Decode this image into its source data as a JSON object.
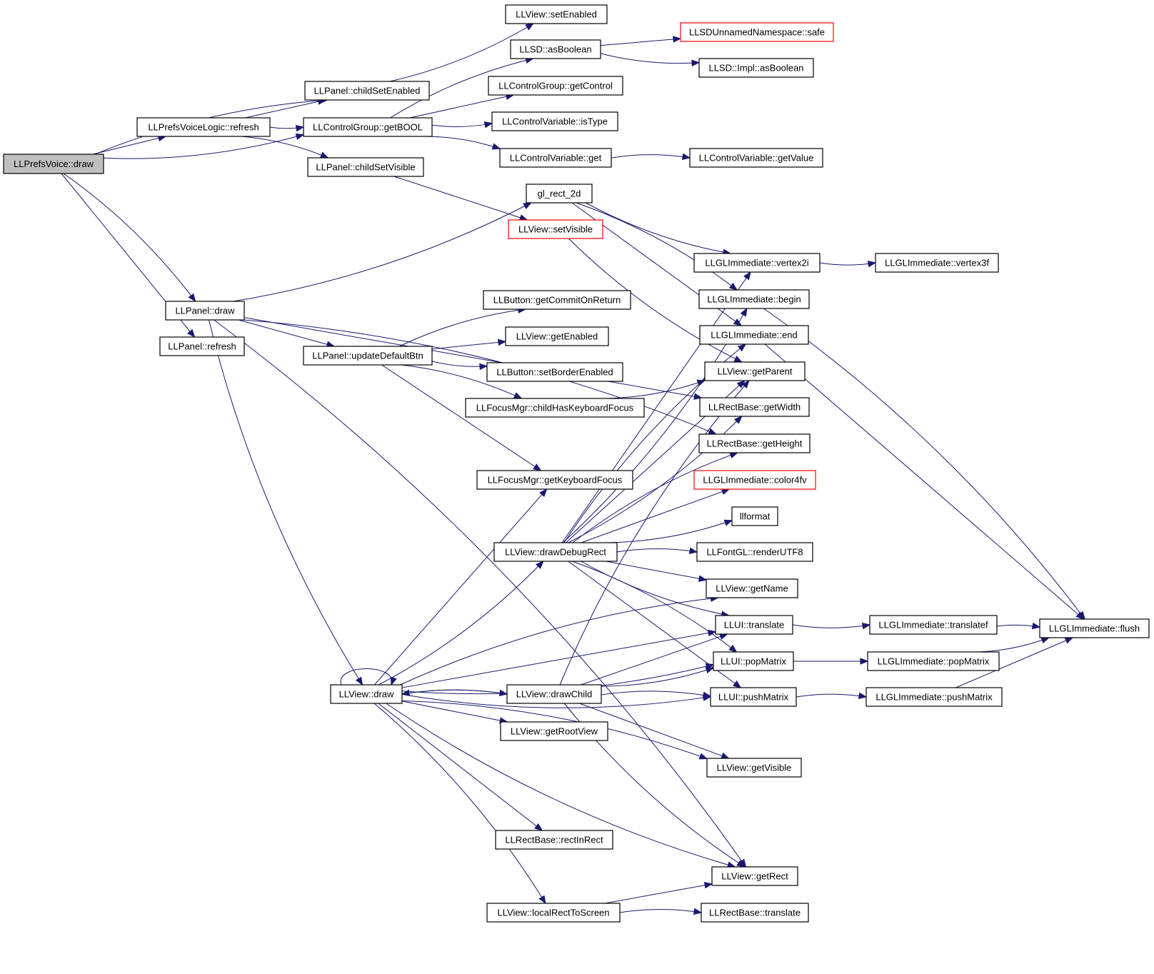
{
  "colors": {
    "edge": "#191970",
    "node_border": "#000000",
    "node_border_incomplete": "#ff0000",
    "root_fill": "#bfbfbf",
    "background": "#ffffff"
  },
  "nodes": [
    {
      "id": "n0",
      "label": "LLPrefsVoice::draw",
      "style": "root"
    },
    {
      "id": "n1",
      "label": "LLPanel::childSetEnabled"
    },
    {
      "id": "n2",
      "label": "LLView::setEnabled"
    },
    {
      "id": "n3",
      "label": "LLControlGroup::getBOOL"
    },
    {
      "id": "n4",
      "label": "LLSD::asBoolean"
    },
    {
      "id": "n5",
      "label": "LLSDUnnamedNamespace::safe",
      "style": "red"
    },
    {
      "id": "n6",
      "label": "LLSD::Impl::asBoolean"
    },
    {
      "id": "n7",
      "label": "LLControlGroup::getControl"
    },
    {
      "id": "n8",
      "label": "LLControlVariable::isType"
    },
    {
      "id": "n9",
      "label": "LLControlVariable::get"
    },
    {
      "id": "n10",
      "label": "LLControlVariable::getValue"
    },
    {
      "id": "n11",
      "label": "LLPrefsVoiceLogic::refresh"
    },
    {
      "id": "n12",
      "label": "LLPanel::childSetVisible"
    },
    {
      "id": "n13",
      "label": "LLView::setVisible",
      "style": "red"
    },
    {
      "id": "n14",
      "label": "LLPanel::draw"
    },
    {
      "id": "n15",
      "label": "gl_rect_2d"
    },
    {
      "id": "n16",
      "label": "LLGLImmediate::vertex2i"
    },
    {
      "id": "n17",
      "label": "LLGLImmediate::vertex3f"
    },
    {
      "id": "n18",
      "label": "LLGLImmediate::begin"
    },
    {
      "id": "n19",
      "label": "LLGLImmediate::flush"
    },
    {
      "id": "n20",
      "label": "LLGLImmediate::end"
    },
    {
      "id": "n21",
      "label": "LLView::getParent"
    },
    {
      "id": "n22",
      "label": "LLRectBase::getWidth"
    },
    {
      "id": "n23",
      "label": "LLRectBase::getHeight"
    },
    {
      "id": "n24",
      "label": "LLPanel::updateDefaultBtn"
    },
    {
      "id": "n25",
      "label": "LLButton::getCommitOnReturn"
    },
    {
      "id": "n26",
      "label": "LLView::getEnabled"
    },
    {
      "id": "n27",
      "label": "LLButton::setBorderEnabled"
    },
    {
      "id": "n28",
      "label": "LLFocusMgr::childHasKeyboardFocus"
    },
    {
      "id": "n29",
      "label": "LLFocusMgr::getKeyboardFocus"
    },
    {
      "id": "n30",
      "label": "LLView::draw"
    },
    {
      "id": "n31",
      "label": "LLView::drawDebugRect"
    },
    {
      "id": "n32",
      "label": "LLGLImmediate::color4fv",
      "style": "red"
    },
    {
      "id": "n33",
      "label": "llformat"
    },
    {
      "id": "n34",
      "label": "LLFontGL::renderUTF8"
    },
    {
      "id": "n35",
      "label": "LLView::getName"
    },
    {
      "id": "n36",
      "label": "LLUI::translate"
    },
    {
      "id": "n37",
      "label": "LLGLImmediate::translatef"
    },
    {
      "id": "n38",
      "label": "LLUI::popMatrix"
    },
    {
      "id": "n39",
      "label": "LLGLImmediate::popMatrix"
    },
    {
      "id": "n40",
      "label": "LLUI::pushMatrix"
    },
    {
      "id": "n41",
      "label": "LLGLImmediate::pushMatrix"
    },
    {
      "id": "n42",
      "label": "LLView::drawChild"
    },
    {
      "id": "n43",
      "label": "LLView::getRootView"
    },
    {
      "id": "n44",
      "label": "LLView::getVisible"
    },
    {
      "id": "n45",
      "label": "LLRectBase::rectInRect"
    },
    {
      "id": "n46",
      "label": "LLView::getRect"
    },
    {
      "id": "n47",
      "label": "LLView::localRectToScreen"
    },
    {
      "id": "n48",
      "label": "LLRectBase::translate"
    },
    {
      "id": "n49",
      "label": "LLPanel::refresh"
    }
  ],
  "edges": [
    [
      "n0",
      "n1"
    ],
    [
      "n0",
      "n11"
    ],
    [
      "n0",
      "n3"
    ],
    [
      "n0",
      "n14"
    ],
    [
      "n0",
      "n49"
    ],
    [
      "n1",
      "n2"
    ],
    [
      "n3",
      "n4"
    ],
    [
      "n3",
      "n7"
    ],
    [
      "n3",
      "n8"
    ],
    [
      "n3",
      "n9"
    ],
    [
      "n4",
      "n5"
    ],
    [
      "n4",
      "n6"
    ],
    [
      "n9",
      "n10"
    ],
    [
      "n11",
      "n1"
    ],
    [
      "n11",
      "n3"
    ],
    [
      "n11",
      "n12"
    ],
    [
      "n12",
      "n13"
    ],
    [
      "n14",
      "n15"
    ],
    [
      "n14",
      "n23"
    ],
    [
      "n14",
      "n24"
    ],
    [
      "n14",
      "n30"
    ],
    [
      "n14",
      "n46"
    ],
    [
      "n14",
      "n22"
    ],
    [
      "n15",
      "n16"
    ],
    [
      "n15",
      "n18"
    ],
    [
      "n15",
      "n20"
    ],
    [
      "n16",
      "n17"
    ],
    [
      "n18",
      "n19"
    ],
    [
      "n20",
      "n19"
    ],
    [
      "n13",
      "n21"
    ],
    [
      "n24",
      "n25"
    ],
    [
      "n24",
      "n26"
    ],
    [
      "n24",
      "n27"
    ],
    [
      "n24",
      "n28"
    ],
    [
      "n24",
      "n29"
    ],
    [
      "n28",
      "n21"
    ],
    [
      "n30",
      "n30"
    ],
    [
      "n30",
      "n29"
    ],
    [
      "n30",
      "n31"
    ],
    [
      "n30",
      "n35"
    ],
    [
      "n30",
      "n36"
    ],
    [
      "n30",
      "n38"
    ],
    [
      "n30",
      "n42"
    ],
    [
      "n30",
      "n43"
    ],
    [
      "n30",
      "n40"
    ],
    [
      "n30",
      "n44"
    ],
    [
      "n30",
      "n45"
    ],
    [
      "n30",
      "n46"
    ],
    [
      "n30",
      "n47"
    ],
    [
      "n31",
      "n16"
    ],
    [
      "n31",
      "n18"
    ],
    [
      "n31",
      "n20"
    ],
    [
      "n31",
      "n21"
    ],
    [
      "n31",
      "n22"
    ],
    [
      "n31",
      "n23"
    ],
    [
      "n31",
      "n32"
    ],
    [
      "n31",
      "n33"
    ],
    [
      "n31",
      "n34"
    ],
    [
      "n31",
      "n35"
    ],
    [
      "n31",
      "n36"
    ],
    [
      "n31",
      "n38"
    ],
    [
      "n31",
      "n40"
    ],
    [
      "n36",
      "n37"
    ],
    [
      "n37",
      "n19"
    ],
    [
      "n38",
      "n39"
    ],
    [
      "n39",
      "n19"
    ],
    [
      "n40",
      "n41"
    ],
    [
      "n41",
      "n19"
    ],
    [
      "n42",
      "n30"
    ],
    [
      "n42",
      "n21"
    ],
    [
      "n42",
      "n36"
    ],
    [
      "n42",
      "n38"
    ],
    [
      "n42",
      "n40"
    ],
    [
      "n42",
      "n44"
    ],
    [
      "n42",
      "n46"
    ],
    [
      "n47",
      "n48"
    ],
    [
      "n47",
      "n46"
    ]
  ]
}
